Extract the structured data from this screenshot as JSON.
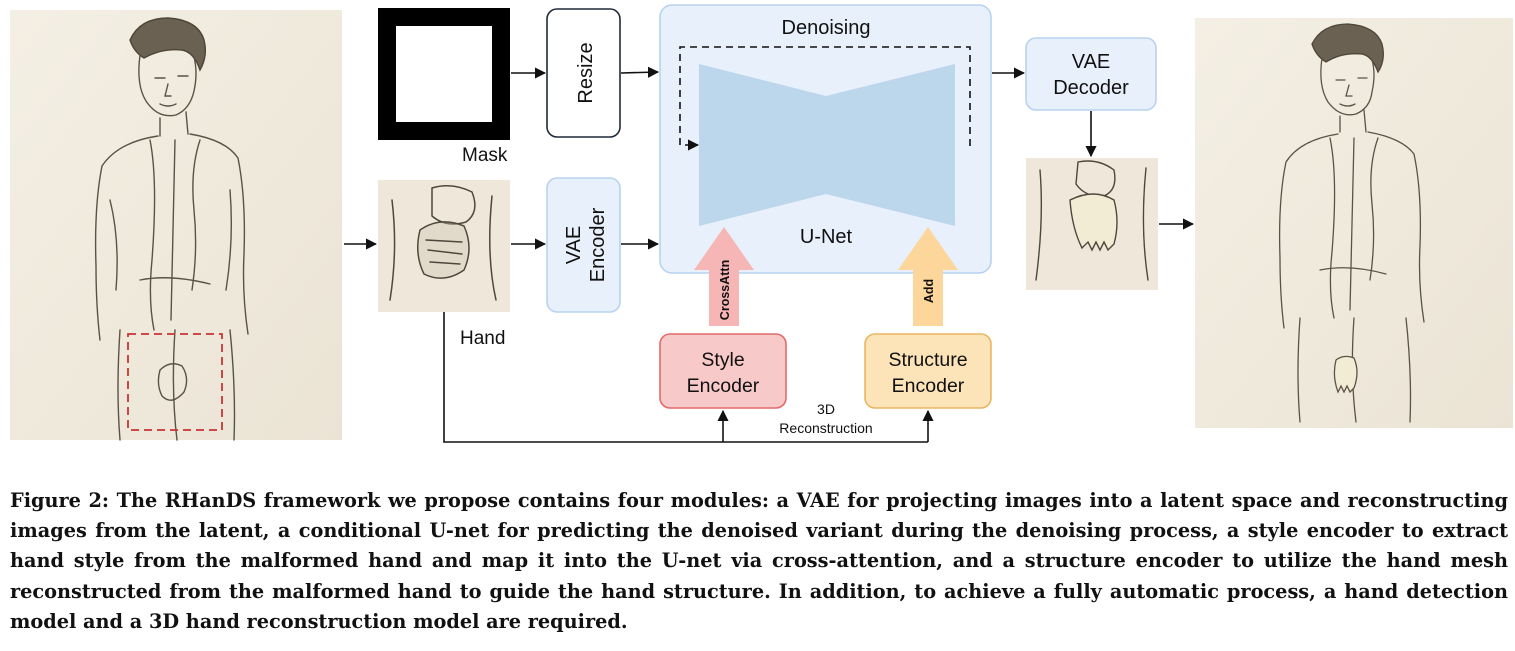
{
  "diagram": {
    "mask_label": "Mask",
    "hand_label": "Hand",
    "resize_label": "Resize",
    "vae_encoder_label": [
      "VAE",
      "Encoder"
    ],
    "denoising_label": "Denoising",
    "unet_label": "U-Net",
    "crossattn_label": "CrossAttn",
    "add_label": "Add",
    "style_encoder_label": [
      "Style",
      "Encoder"
    ],
    "structure_encoder_label": [
      "Structure",
      "Encoder"
    ],
    "vae_decoder_label": [
      "VAE",
      "Decoder"
    ],
    "reconstruction_label": [
      "3D",
      "Reconstruction"
    ],
    "colors": {
      "blue_fill": "#e8f0fb",
      "blue_stroke": "#b7d3ef",
      "unet_fill": "#bcd6ec",
      "style_fill": "#f8c9c9",
      "style_stroke": "#e46a6a",
      "struct_fill": "#fde3b8",
      "struct_stroke": "#e9b660",
      "crossattn_arrow": "#f6b6b6",
      "add_arrow": "#fcd69a",
      "crop_box": "#c93434"
    }
  },
  "caption": {
    "prefix": "Figure 2:",
    "text": " The RHanDS framework we propose contains four modules: a VAE for projecting images into a latent space and reconstructing images from the latent, a conditional U-net for predicting the denoised variant during the denoising process, a style encoder to extract hand style from the malformed hand and map it into the U-net via cross-attention, and a structure encoder to utilize the hand mesh reconstructed from the malformed hand to guide the hand structure. In addition, to achieve a fully automatic process, a hand detection model and a 3D hand reconstruction model are required."
  }
}
